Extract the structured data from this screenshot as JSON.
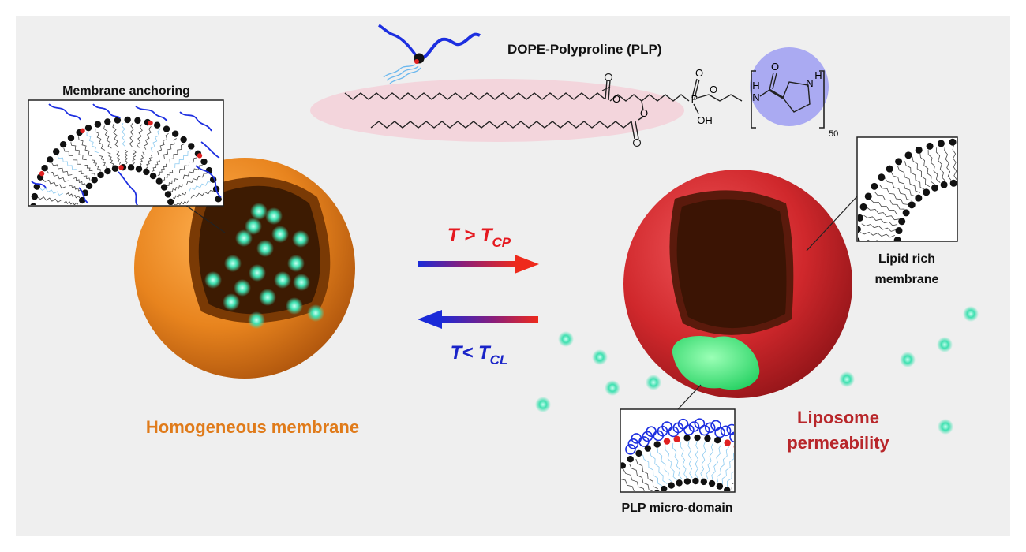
{
  "title": "DOPE-Polyproline (PLP)",
  "chem": {
    "oh": "OH",
    "o": "O",
    "n": "N",
    "h": "H",
    "p": "P",
    "repeat": "50"
  },
  "labels": {
    "membrane_anchoring": "Membrane anchoring",
    "homogeneous_membrane": "Homogeneous membrane",
    "lipid_rich_line1": "Lipid rich",
    "lipid_rich_line2": "membrane",
    "liposome_line1": "Liposome",
    "liposome_line2": "permeability",
    "plp_microdomain": "PLP micro-domain"
  },
  "transitions": {
    "forward": {
      "symbol": "T",
      "op": " > ",
      "sub_symbol": "T",
      "sub": "CP"
    },
    "reverse": {
      "symbol": "T",
      "op": "< ",
      "sub_symbol": "T",
      "sub": "CL"
    }
  },
  "colors": {
    "background": "#efefef",
    "homogeneous_text": "#e07b1a",
    "liposome_text": "#b8262a",
    "forward_arrow_text": "#e5191f",
    "reverse_arrow_text": "#1a24c8",
    "orange_sphere": "#e8841e",
    "red_sphere": "#d0282c",
    "cyan_dot": "#3fe0b0",
    "lipid_ellipse": "#f3d5dc",
    "proline_circle": "#aaaaf2"
  }
}
